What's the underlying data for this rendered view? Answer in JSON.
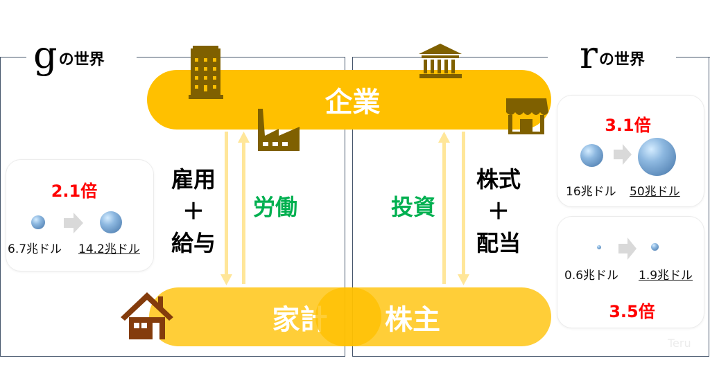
{
  "g_world": {
    "letter": "g",
    "suffix": "の世界"
  },
  "r_world": {
    "letter": "r",
    "suffix": "の世界"
  },
  "company": "企業",
  "household": "家計",
  "shareholder": "株主",
  "left_flow": {
    "line1": "雇用",
    "plus": "＋",
    "line2": "給与",
    "labor": "労働"
  },
  "right_flow": {
    "investment": "投資",
    "line1": "株式",
    "plus": "＋",
    "line2": "配当"
  },
  "g_card": {
    "multiplier": "2.1倍",
    "from": "6.7兆ドル",
    "to": "14.2兆ドル"
  },
  "r_card1": {
    "multiplier": "3.1倍",
    "from": "16兆ドル",
    "to": "50兆ドル"
  },
  "r_card2": {
    "multiplier": "3.5倍",
    "from": "0.6兆ドル",
    "to": "1.9兆ドル"
  },
  "watermark": "Teru",
  "colors": {
    "pill": "#ffc000",
    "icon": "#7f6000",
    "arrow": "#ffe699",
    "green": "#00b050",
    "red": "#ff0000",
    "frame": "#44546a"
  }
}
